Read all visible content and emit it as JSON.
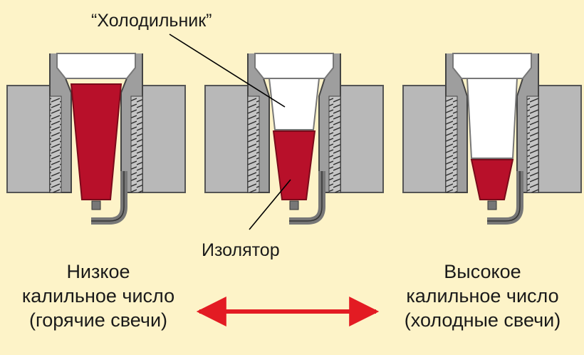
{
  "labels": {
    "cooler": "“Холодильник”",
    "insulator": "Изолятор"
  },
  "left_caption": {
    "line1": "Низкое",
    "line2": "калильное число",
    "line3": "(горячие свечи)"
  },
  "right_caption": {
    "line1": "Высокое",
    "line2": "калильное число",
    "line3": "(холодные свечи)"
  },
  "colors": {
    "background": "#fdf3c8",
    "insulator_red": "#b8102a",
    "arrow_red": "#e31b23",
    "metal_gray": "#b8b8b8",
    "ceramic_white": "#ffffff"
  }
}
